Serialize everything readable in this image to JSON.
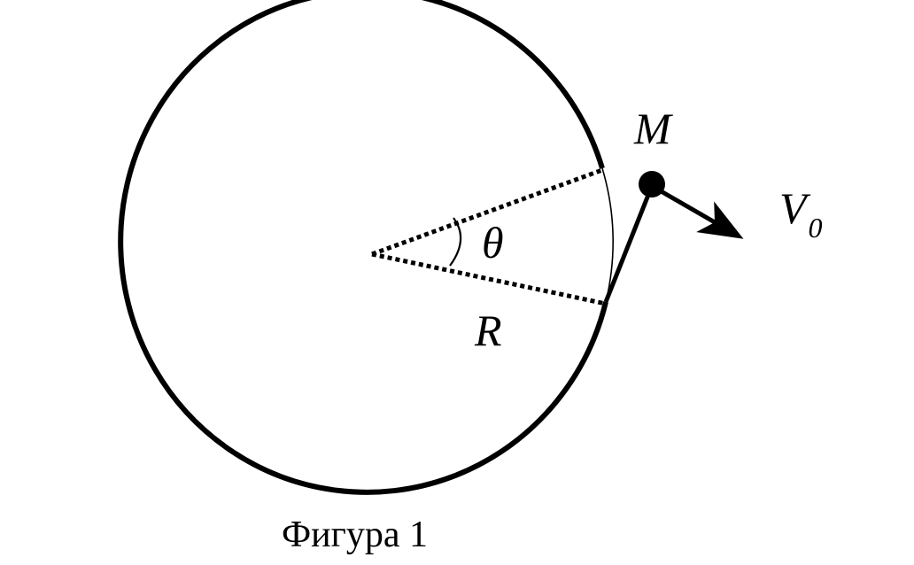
{
  "diagram": {
    "labels": {
      "mass": "M",
      "velocity": "V",
      "velocity_subscript": "0",
      "angle": "θ",
      "radius": "R"
    },
    "caption": "Фигура 1",
    "colors": {
      "stroke": "#000000",
      "background": "#ffffff"
    }
  }
}
